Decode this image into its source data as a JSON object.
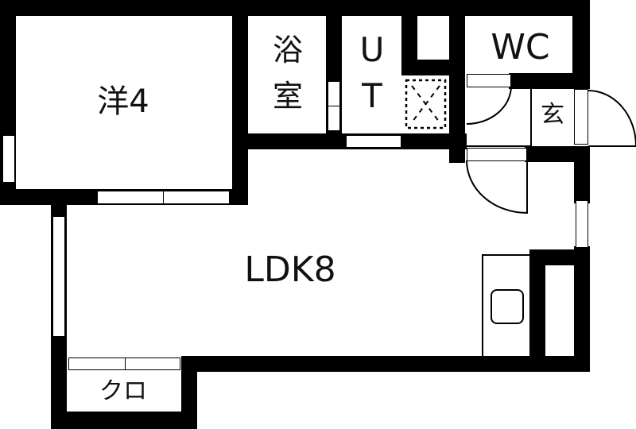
{
  "floor_plan": {
    "rooms": [
      {
        "id": "western-room",
        "label": "洋4"
      },
      {
        "id": "bathroom",
        "label_line1": "浴",
        "label_line2": "室"
      },
      {
        "id": "utility",
        "label_line1": "U",
        "label_line2": "T"
      },
      {
        "id": "toilet",
        "label": "WC"
      },
      {
        "id": "entrance",
        "label": "玄"
      },
      {
        "id": "ldk",
        "label": "LDK8"
      },
      {
        "id": "closet",
        "label": "クロ"
      }
    ],
    "colors": {
      "wall": "#000000",
      "background": "#ffffff"
    }
  }
}
